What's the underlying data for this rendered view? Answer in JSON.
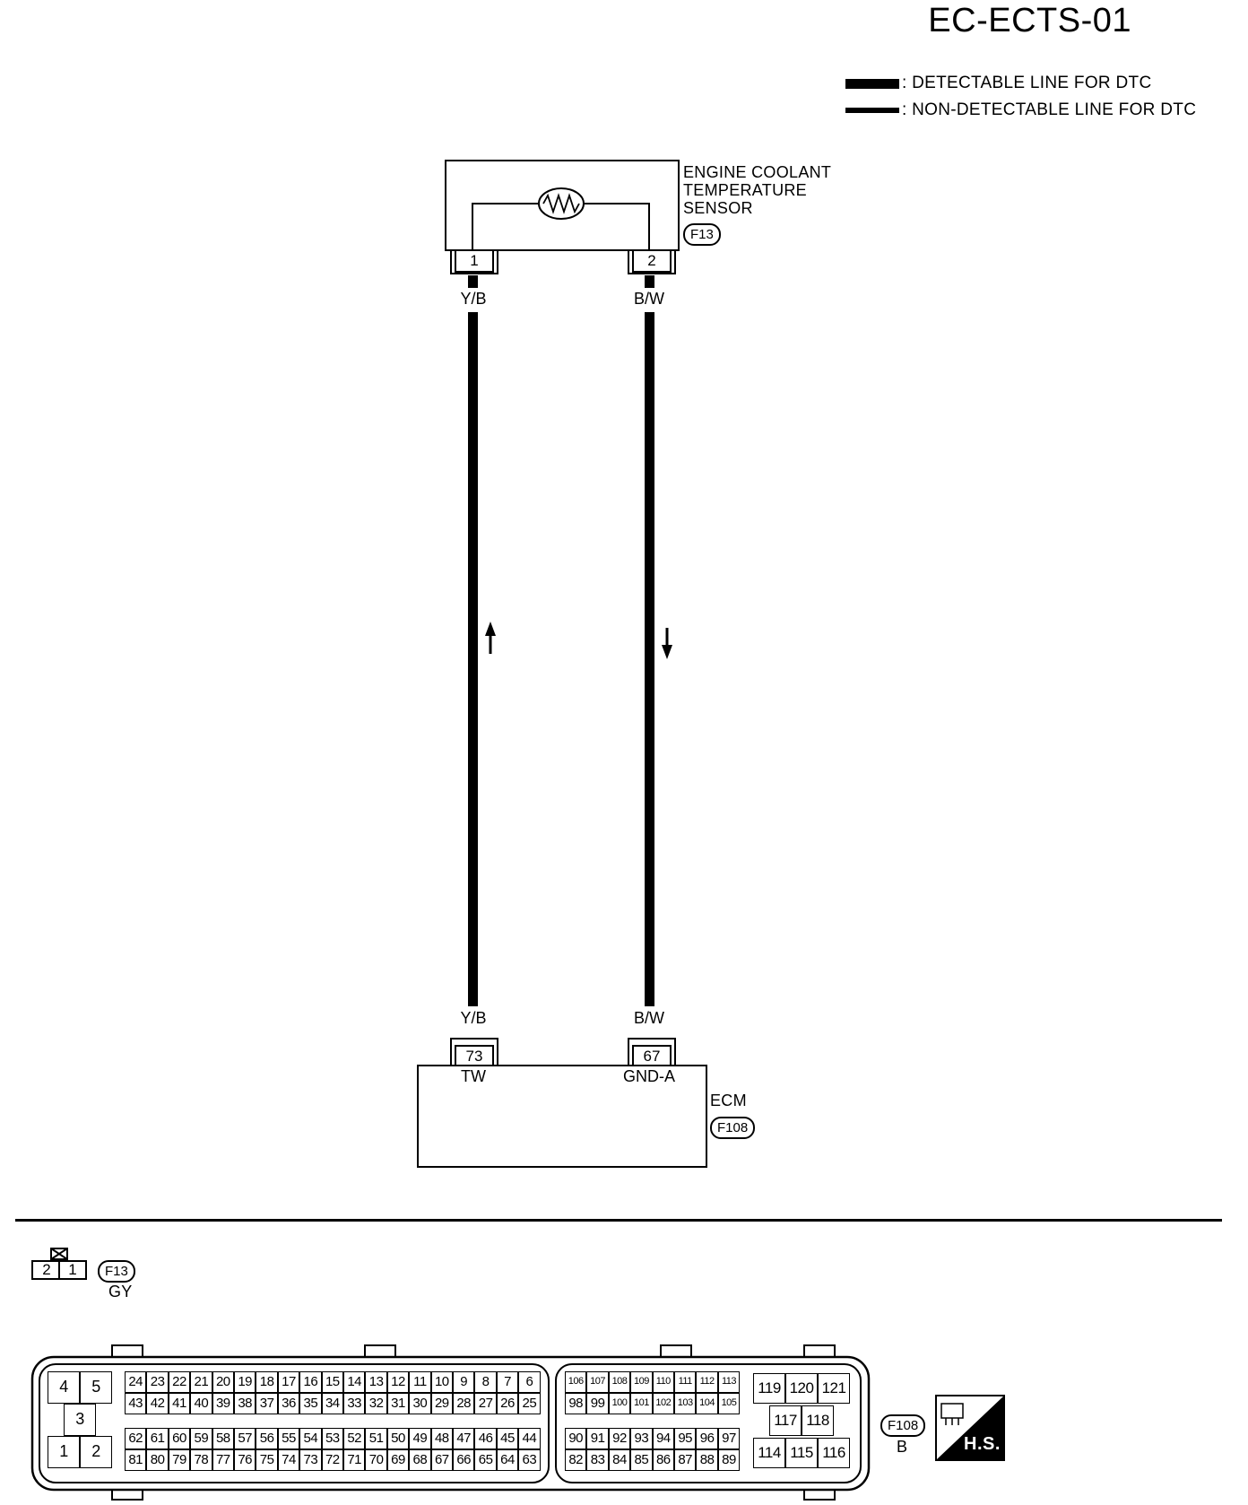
{
  "header": {
    "title": "EC-ECTS-01"
  },
  "legend": [
    {
      "label": ": DETECTABLE LINE FOR DTC"
    },
    {
      "label": ": NON-DETECTABLE LINE FOR DTC"
    }
  ],
  "sensor": {
    "name_lines": [
      "ENGINE COOLANT",
      "TEMPERATURE",
      "SENSOR"
    ],
    "connector": "F13",
    "pins": [
      "1",
      "2"
    ]
  },
  "wires": {
    "left_color": "Y/B",
    "right_color": "B/W"
  },
  "ecm": {
    "name": "ECM",
    "connector": "F108",
    "pins": [
      "73",
      "67"
    ],
    "terminals": [
      "TW",
      "GND-A"
    ]
  },
  "connector_views": {
    "f13": {
      "tag": "F13",
      "color": "GY",
      "pins": [
        "2",
        "1"
      ]
    },
    "f108": {
      "tag": "F108",
      "color": "B",
      "left_block": {
        "top": [
          "4",
          "5"
        ],
        "middle": [
          "3"
        ],
        "bottom": [
          "1",
          "2"
        ]
      },
      "main_block": {
        "row1": [
          "24",
          "23",
          "22",
          "21",
          "20",
          "19",
          "18",
          "17",
          "16",
          "15",
          "14",
          "13",
          "12",
          "11",
          "10",
          "9",
          "8",
          "7",
          "6"
        ],
        "row2": [
          "43",
          "42",
          "41",
          "40",
          "39",
          "38",
          "37",
          "36",
          "35",
          "34",
          "33",
          "32",
          "31",
          "30",
          "29",
          "28",
          "27",
          "26",
          "25"
        ],
        "row3": [
          "62",
          "61",
          "60",
          "59",
          "58",
          "57",
          "56",
          "55",
          "54",
          "53",
          "52",
          "51",
          "50",
          "49",
          "48",
          "47",
          "46",
          "45",
          "44"
        ],
        "row4": [
          "81",
          "80",
          "79",
          "78",
          "77",
          "76",
          "75",
          "74",
          "73",
          "72",
          "71",
          "70",
          "69",
          "68",
          "67",
          "66",
          "65",
          "64",
          "63"
        ]
      },
      "mid_block": {
        "row1": [
          "106",
          "107",
          "108",
          "109",
          "110",
          "111",
          "112",
          "113"
        ],
        "row2": [
          "98",
          "99",
          "100",
          "101",
          "102",
          "103",
          "104",
          "105"
        ],
        "row3": [
          "90",
          "91",
          "92",
          "93",
          "94",
          "95",
          "96",
          "97"
        ],
        "row4": [
          "82",
          "83",
          "84",
          "85",
          "86",
          "87",
          "88",
          "89"
        ]
      },
      "right_block": {
        "top": [
          "119",
          "120",
          "121"
        ],
        "middle": [
          "117",
          "118"
        ],
        "bottom": [
          "114",
          "115",
          "116"
        ]
      }
    }
  },
  "hs_badge": {
    "label": "H.S."
  }
}
